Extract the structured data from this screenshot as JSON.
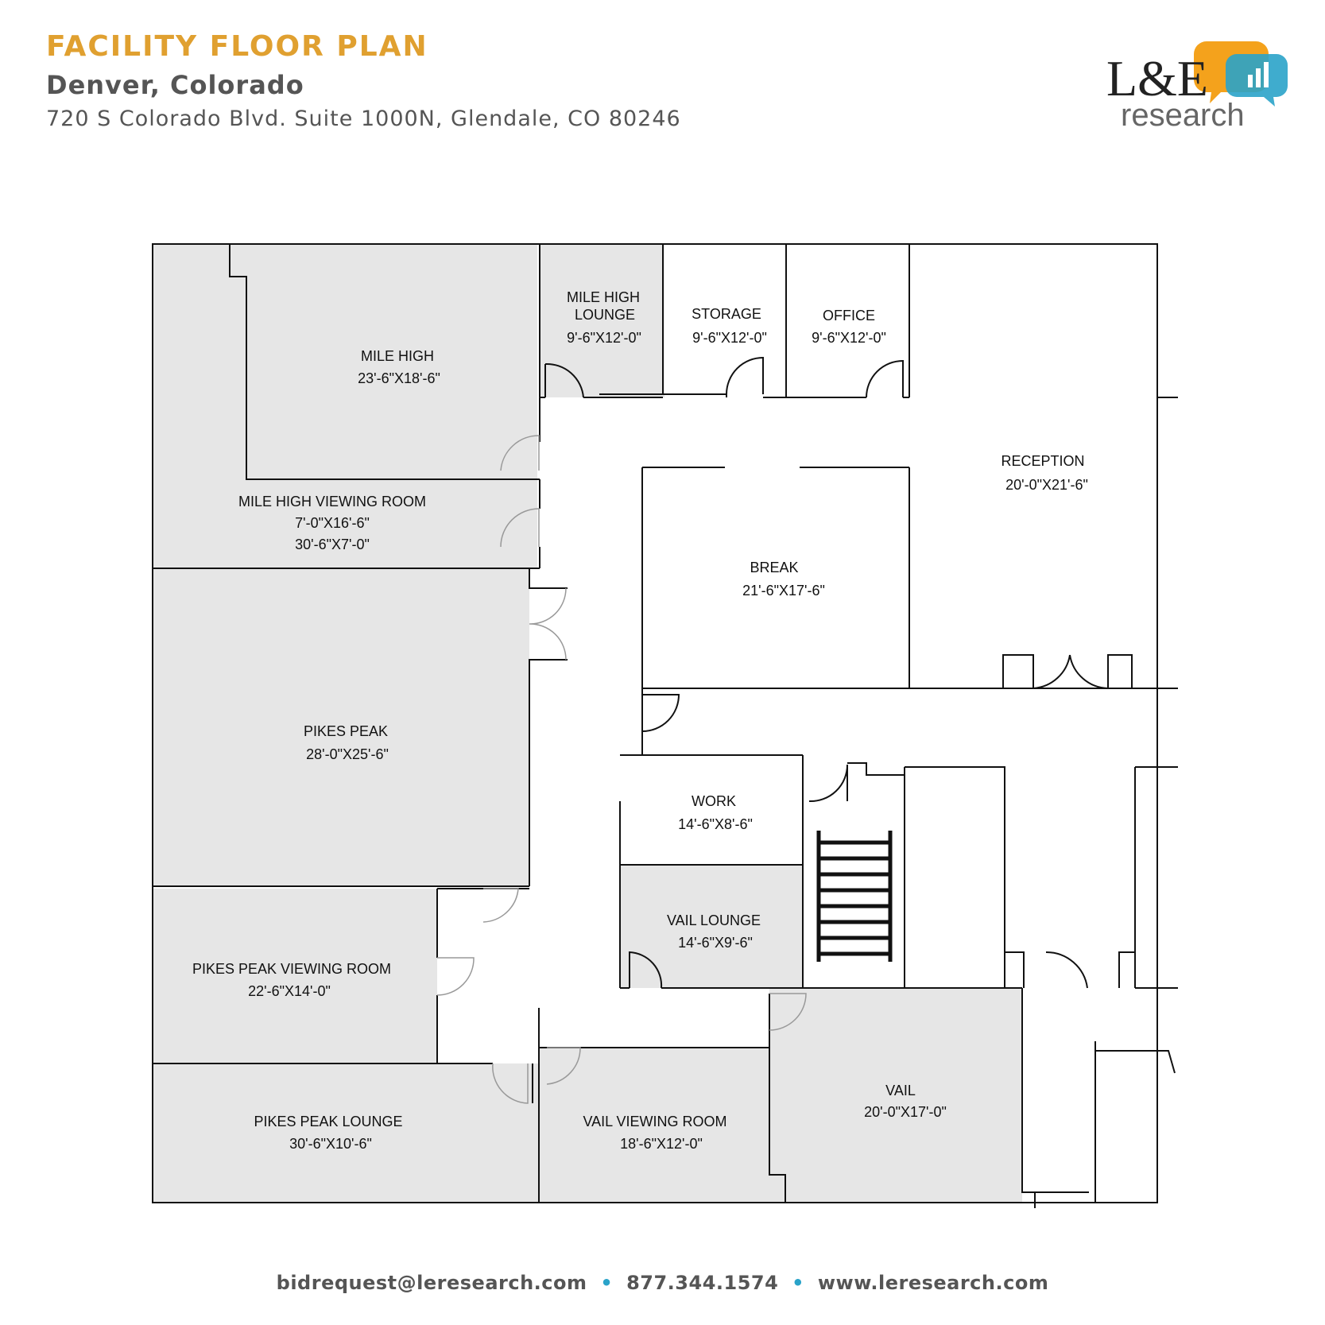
{
  "header": {
    "title": "FACILITY FLOOR PLAN",
    "subtitle": "Denver, Colorado",
    "address": "720 S Colorado Blvd. Suite 1000N, Glendale, CO 80246"
  },
  "logo": {
    "text_main": "L&E",
    "text_sub": "research",
    "icon": "speech-bubble-chart-icon",
    "colors": {
      "orange": "#f4a21c",
      "blue": "#2aa3c9",
      "dark": "#222222",
      "gray": "#666666"
    }
  },
  "rooms": [
    {
      "id": "mile-high",
      "name": "MILE HIGH",
      "dims": [
        "23'-6\"X18'-6\""
      ]
    },
    {
      "id": "mile-high-lounge",
      "name": "MILE HIGH",
      "name2": "LOUNGE",
      "dims": [
        "9'-6\"X12'-0\""
      ]
    },
    {
      "id": "storage",
      "name": "STORAGE",
      "dims": [
        "9'-6\"X12'-0\""
      ]
    },
    {
      "id": "office",
      "name": "OFFICE",
      "dims": [
        "9'-6\"X12'-0\""
      ]
    },
    {
      "id": "reception",
      "name": "RECEPTION",
      "dims": [
        "20'-0\"X21'-6\""
      ]
    },
    {
      "id": "mile-high-viewing",
      "name": "MILE HIGH VIEWING ROOM",
      "dims": [
        "7'-0\"X16'-6\"",
        "30'-6\"X7'-0\""
      ]
    },
    {
      "id": "break",
      "name": "BREAK",
      "dims": [
        "21'-6\"X17'-6\""
      ]
    },
    {
      "id": "pikes-peak",
      "name": "PIKES PEAK",
      "dims": [
        "28'-0\"X25'-6\""
      ]
    },
    {
      "id": "work",
      "name": "WORK",
      "dims": [
        "14'-6\"X8'-6\""
      ]
    },
    {
      "id": "vail-lounge",
      "name": "VAIL LOUNGE",
      "dims": [
        "14'-6\"X9'-6\""
      ]
    },
    {
      "id": "pikes-peak-viewing",
      "name": "PIKES PEAK VIEWING ROOM",
      "dims": [
        "22'-6\"X14'-0\""
      ]
    },
    {
      "id": "vail",
      "name": "VAIL",
      "dims": [
        "20'-0\"X17'-0\""
      ]
    },
    {
      "id": "pikes-peak-lounge",
      "name": "PIKES PEAK LOUNGE",
      "dims": [
        "30'-6\"X10'-6\""
      ]
    },
    {
      "id": "vail-viewing",
      "name": "VAIL VIEWING ROOM",
      "dims": [
        "18'-6\"X12'-0\""
      ]
    }
  ],
  "colors": {
    "room_fill": "#e6e6e6",
    "wall": "#111111",
    "door_arc": "#999999",
    "accent_title": "#e0a030",
    "footer_dot": "#2aa3c9"
  },
  "footer": {
    "email": "bidrequest@leresearch.com",
    "phone": "877.344.1574",
    "website": "www.leresearch.com",
    "separator": "•"
  }
}
